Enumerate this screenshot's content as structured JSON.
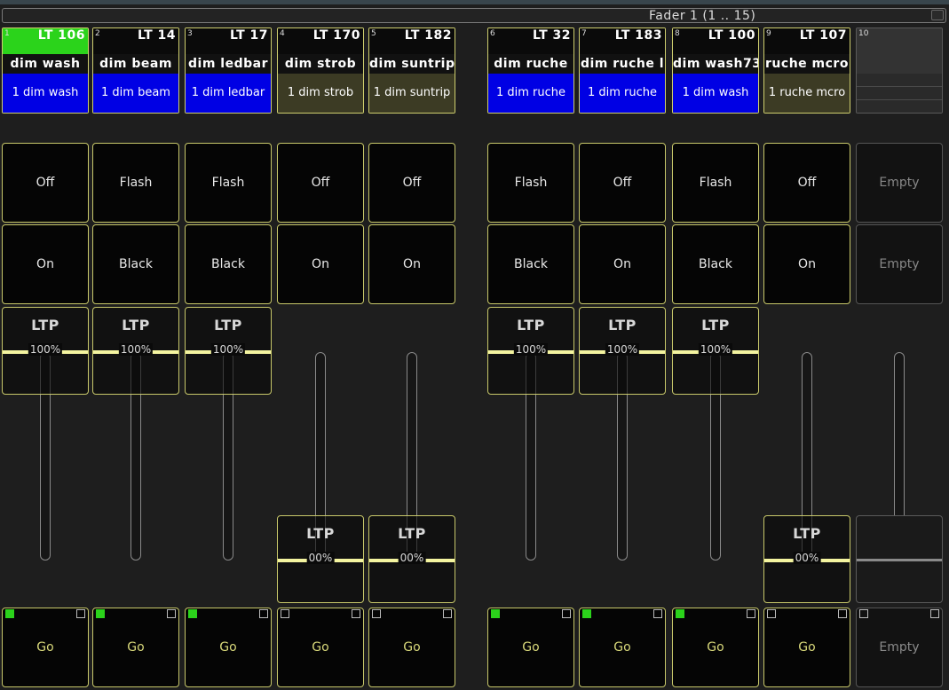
{
  "header": {
    "title": "Fader  1 (1 .. 15)"
  },
  "executors": [
    {
      "num": "1",
      "fixture": "LT 106",
      "name": "dim wash",
      "sub": "1 dim wash",
      "color": "green",
      "top": "Off",
      "mid": "On",
      "knob": "100%",
      "go": "Go",
      "indicator": true
    },
    {
      "num": "2",
      "fixture": "LT  14",
      "name": "dim beam",
      "sub": "1 dim beam",
      "color": "blue",
      "top": "Flash",
      "mid": "Black",
      "knob": "100%",
      "go": "Go",
      "indicator": true
    },
    {
      "num": "3",
      "fixture": "LT  17",
      "name": "dim ledbar",
      "sub": "1 dim ledbar",
      "color": "blue",
      "top": "Flash",
      "mid": "Black",
      "knob": "100%",
      "go": "Go",
      "indicator": true
    },
    {
      "num": "4",
      "fixture": "LT 170",
      "name": "dim strob",
      "sub": "1 dim strob",
      "color": "olive",
      "top": "Off",
      "mid": "On",
      "knob": "00%",
      "go": "Go",
      "indicator": false
    },
    {
      "num": "5",
      "fixture": "LT 182",
      "name": "dim suntrip",
      "sub": "1 dim suntrip",
      "color": "olive",
      "top": "Off",
      "mid": "On",
      "knob": "00%",
      "go": "Go",
      "indicator": false
    },
    {
      "num": "6",
      "fixture": "LT  32",
      "name": "dim ruche",
      "sub": "1 dim ruche",
      "color": "blue",
      "top": "Flash",
      "mid": "Black",
      "knob": "100%",
      "go": "Go",
      "indicator": true
    },
    {
      "num": "7",
      "fixture": "LT 183",
      "name": "dim ruche l",
      "sub": "1 dim ruche",
      "color": "blue",
      "top": "Off",
      "mid": "On",
      "knob": "100%",
      "go": "Go",
      "indicator": true
    },
    {
      "num": "8",
      "fixture": "LT 100",
      "name": "dim wash73",
      "sub": "1 dim wash",
      "color": "blue",
      "top": "Flash",
      "mid": "Black",
      "knob": "100%",
      "go": "Go",
      "indicator": true
    },
    {
      "num": "9",
      "fixture": "LT 107",
      "name": "ruche mcro",
      "sub": "1 ruche mcro",
      "color": "olive",
      "top": "Off",
      "mid": "On",
      "knob": "00%",
      "go": "Go",
      "indicator": false
    },
    {
      "num": "10",
      "fixture": "",
      "name": "",
      "sub": "",
      "color": "empty",
      "top": "Empty",
      "mid": "Empty",
      "knob": "",
      "go": "Empty",
      "indicator": false
    }
  ],
  "knob_label": "LTP",
  "colors": {
    "green": "#2bd31b",
    "blue": "#0000e4",
    "olive": "#3c3b24",
    "frame": "#c8c86a",
    "fader_bar": "#f4f4a0"
  }
}
